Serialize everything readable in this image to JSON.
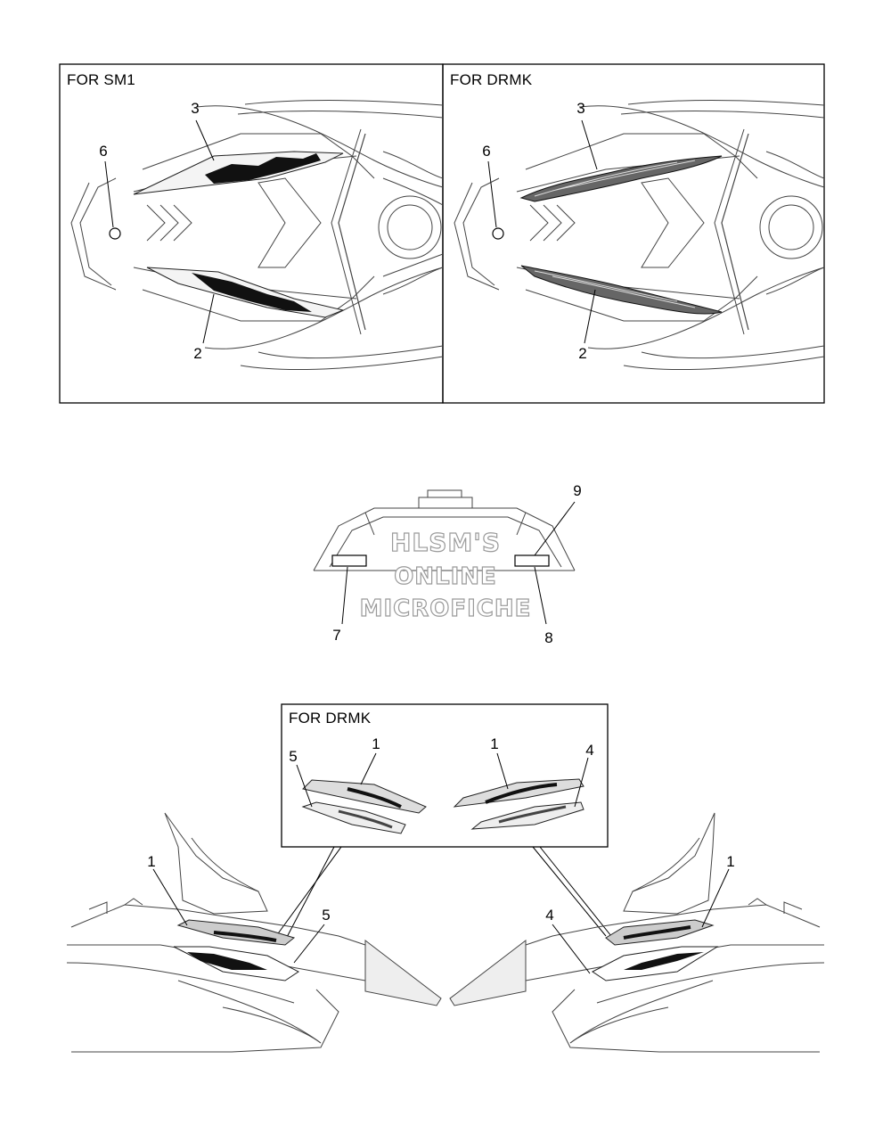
{
  "panels": {
    "top_left": {
      "title": "FOR SM1"
    },
    "top_right": {
      "title": "FOR DRMK"
    },
    "bottom_inset": {
      "title": "FOR DRMK"
    }
  },
  "callouts": {
    "tl_3": "3",
    "tl_6": "6",
    "tl_2": "2",
    "tr_3": "3",
    "tr_6": "6",
    "tr_2": "2",
    "mid_9": "9",
    "mid_7": "7",
    "mid_8": "8",
    "inset_5": "5",
    "inset_1a": "1",
    "inset_1b": "1",
    "inset_4": "4",
    "bl_1": "1",
    "bl_5": "5",
    "br_4": "4",
    "br_1": "1"
  },
  "watermark": {
    "line1": "HLSM'S",
    "line2": "ONLINE",
    "line3": "MICROFICHE"
  },
  "colors": {
    "line": "#000000",
    "drawing": "#555555",
    "watermark_outline": "#9a9a9a"
  }
}
